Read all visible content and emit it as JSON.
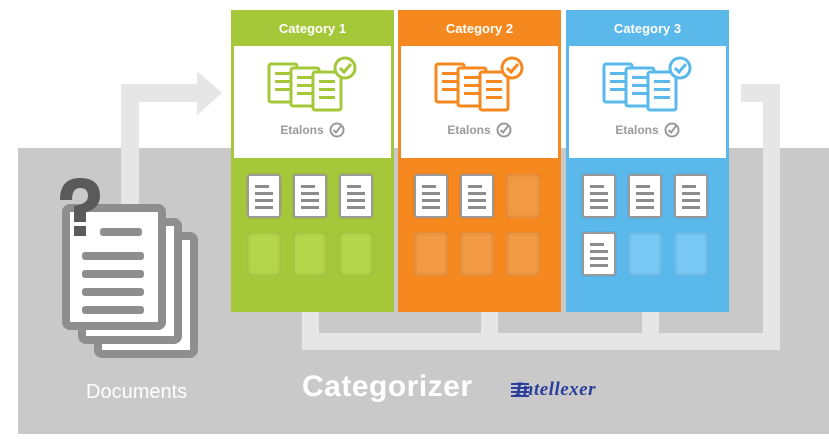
{
  "documents": {
    "label": "Documents",
    "icon": "question-documents-icon"
  },
  "product": {
    "name": "Categorizer",
    "brand": "Intellexer"
  },
  "colors": {
    "category_1": "#a5c73a",
    "category_2": "#f5881f",
    "category_3": "#5ab8ea",
    "base": "#c9c9c9",
    "arrow": "#e6e6e6"
  },
  "categories": [
    {
      "title": "Category 1",
      "etalon_label": "Etalons",
      "slots": [
        "document",
        "document",
        "document",
        "empty",
        "empty",
        "empty"
      ]
    },
    {
      "title": "Category 2",
      "etalon_label": "Etalons",
      "slots": [
        "document",
        "document",
        "empty",
        "empty",
        "empty",
        "empty"
      ]
    },
    {
      "title": "Category 3",
      "etalon_label": "Etalons",
      "slots": [
        "document",
        "document",
        "document",
        "document",
        "empty",
        "empty"
      ]
    }
  ]
}
